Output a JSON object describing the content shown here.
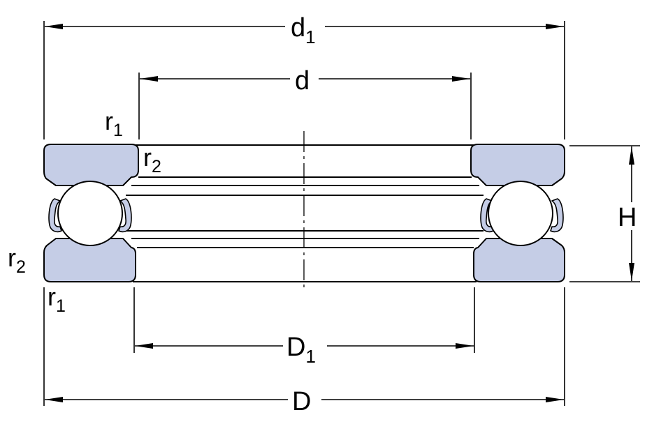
{
  "dimensions": {
    "d1": {
      "main": "d",
      "sub": "1"
    },
    "d": {
      "main": "d",
      "sub": ""
    },
    "H": {
      "main": "H",
      "sub": ""
    },
    "D1": {
      "main": "D",
      "sub": "1"
    },
    "D": {
      "main": "D",
      "sub": ""
    }
  },
  "radius_labels": {
    "top_r1": {
      "main": "r",
      "sub": "1"
    },
    "top_r2": {
      "main": "r",
      "sub": "2"
    },
    "bottom_r2": {
      "main": "r",
      "sub": "2"
    },
    "bottom_r1": {
      "main": "r",
      "sub": "1"
    }
  },
  "colors": {
    "washer_fill": "#c5cde6",
    "cage_fill": "#c5cde6",
    "outline": "#000000",
    "ball_fill": "#ffffff"
  }
}
